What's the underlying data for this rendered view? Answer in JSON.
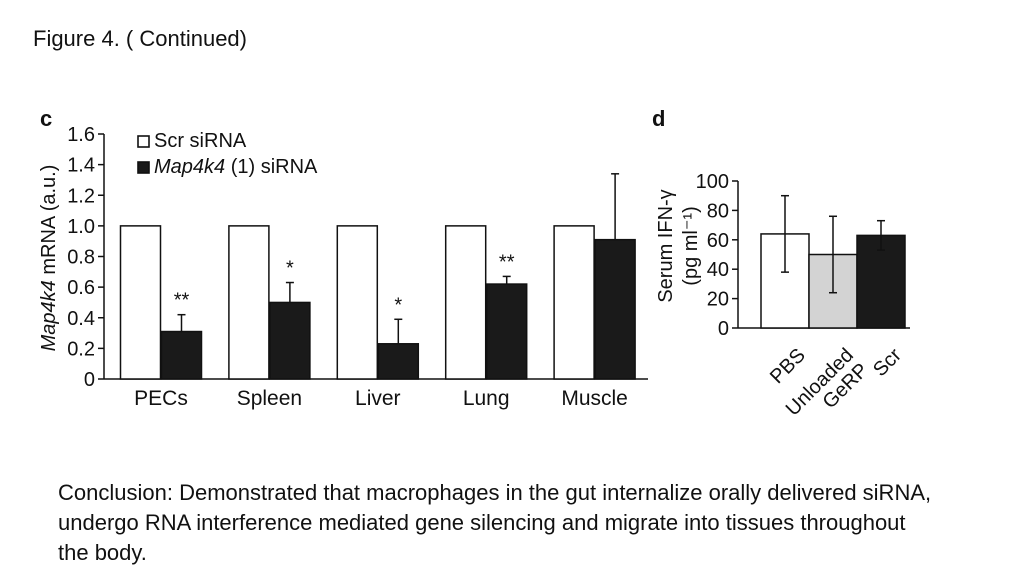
{
  "slide": {
    "title": "Figure 4. ( Continued)",
    "conclusion": "Conclusion: Demonstrated that macrophages in the gut internalize orally delivered siRNA, undergo RNA interference mediated gene silencing and migrate into tissues throughout the body."
  },
  "chart_data": [
    {
      "panel": "c",
      "type": "bar",
      "ylabel_italic": "Map4k4",
      "ylabel_rest": " mRNA (a.u.)",
      "ylim": [
        0,
        1.6
      ],
      "yticks": [
        "0",
        "0.2",
        "0.4",
        "0.6",
        "0.8",
        "1.0",
        "1.2",
        "1.4",
        "1.6"
      ],
      "categories": [
        "PECs",
        "Spleen",
        "Liver",
        "Lung",
        "Muscle"
      ],
      "legend_position": "top-left",
      "series": [
        {
          "name": "Scr siRNA",
          "color": "#ffffff",
          "values": [
            1.0,
            1.0,
            1.0,
            1.0,
            1.0
          ],
          "errors": [
            null,
            null,
            null,
            null,
            null
          ]
        },
        {
          "name_italic": "Map4k4",
          "name_rest": " (1) siRNA",
          "color": "#1a1a1a",
          "values": [
            0.31,
            0.5,
            0.23,
            0.62,
            0.91
          ],
          "errors": [
            0.11,
            0.13,
            0.16,
            0.05,
            0.43
          ]
        }
      ],
      "annotations": [
        "**",
        "*",
        "*",
        "**",
        ""
      ]
    },
    {
      "panel": "d",
      "type": "bar",
      "ylabel_line1": "Serum IFN-γ",
      "ylabel_line2": "(pg ml⁻¹)",
      "ylim": [
        0,
        100
      ],
      "yticks": [
        "0",
        "20",
        "40",
        "60",
        "80",
        "100"
      ],
      "categories": [
        "PBS",
        "Unloaded GeRP",
        "Scr"
      ],
      "category_lines": [
        [
          "PBS"
        ],
        [
          "Unloaded",
          "GeRP"
        ],
        [
          "Scr"
        ]
      ],
      "values": [
        64,
        50,
        63
      ],
      "errors": [
        26,
        26,
        10
      ],
      "colors": [
        "#ffffff",
        "#d3d3d3",
        "#1a1a1a"
      ]
    }
  ]
}
